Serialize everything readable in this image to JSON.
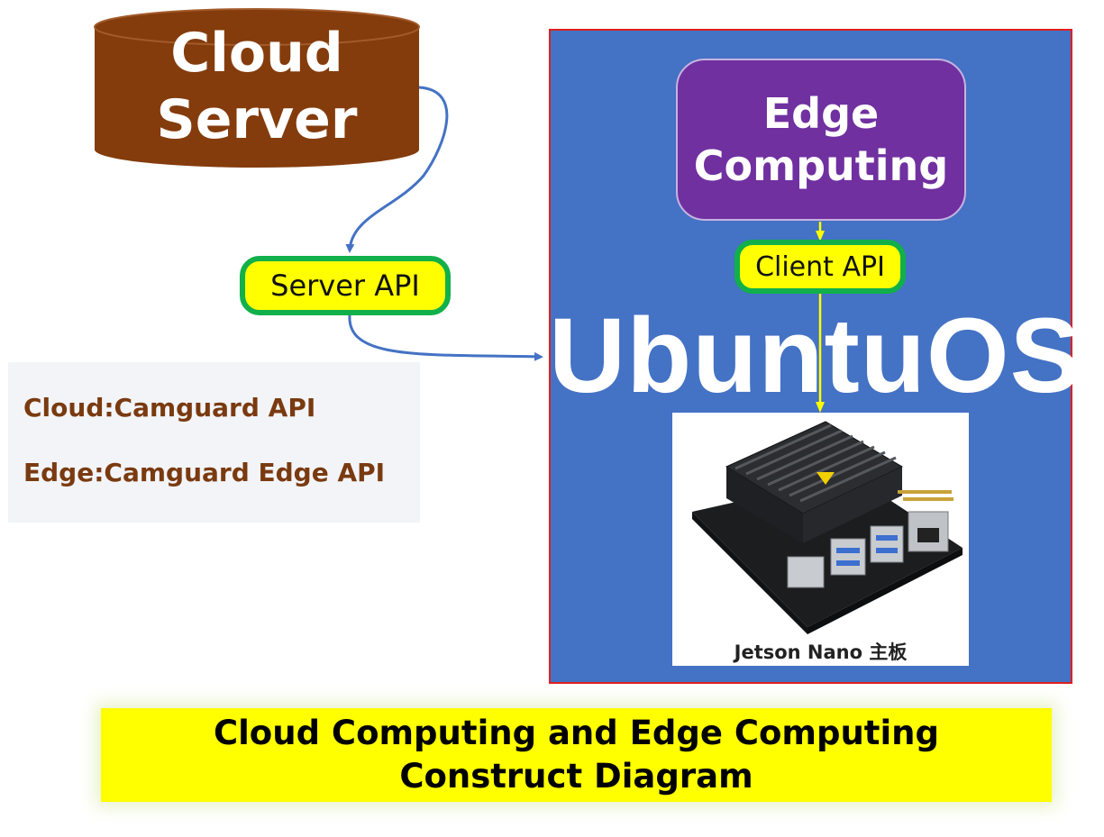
{
  "cloud_server": {
    "line1": "Cloud",
    "line2": "Server",
    "fill": "#843c0c"
  },
  "server_api": {
    "label": "Server API"
  },
  "api_list": {
    "cloud": "Cloud:Camguard API",
    "edge": "Edge:Camguard Edge API"
  },
  "ubuntu_panel": {
    "os_label": "UbuntuOS",
    "fill": "#4472c4",
    "border": "#e02020"
  },
  "edge_computing": {
    "line1": "Edge",
    "line2": "Computing",
    "fill": "#7030a0"
  },
  "client_api": {
    "label": "Client API"
  },
  "board": {
    "caption": "Jetson Nano 主板"
  },
  "banner": {
    "line1": "Cloud Computing and Edge Computing",
    "line2": "Construct Diagram",
    "fill": "#ffff00"
  },
  "connector_colors": {
    "cloud_flow": "#4472c4",
    "edge_flow": "#ffff00"
  }
}
